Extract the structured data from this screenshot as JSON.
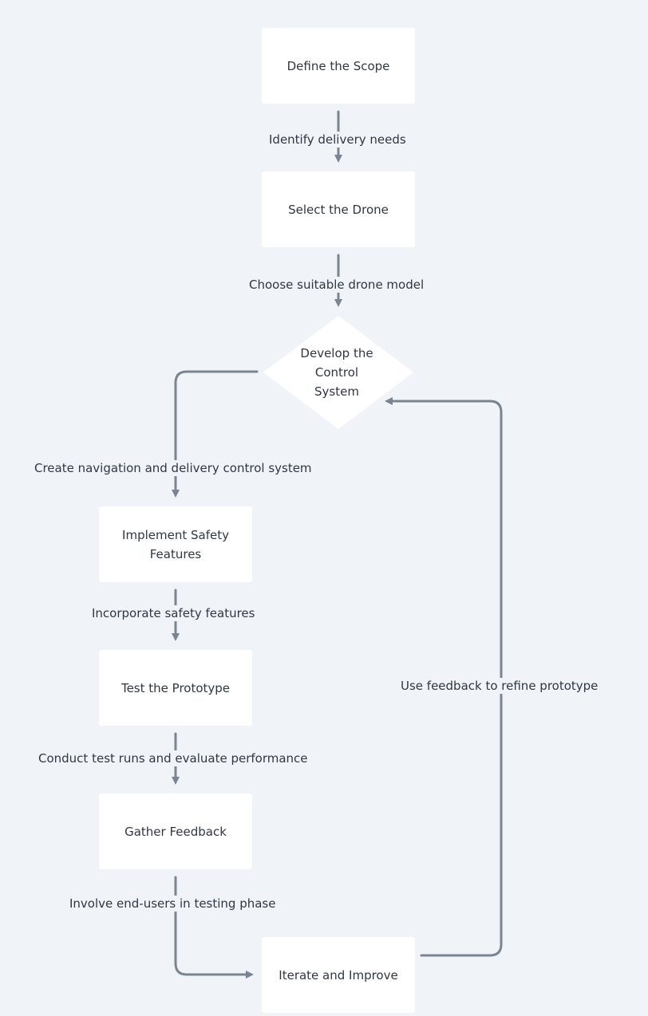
{
  "nodes": {
    "define_scope": "Define the Scope",
    "select_drone": "Select the Drone",
    "develop_control": "Develop the Control System",
    "implement_safety": "Implement Safety Features",
    "test_prototype": "Test the Prototype",
    "gather_feedback": "Gather Feedback",
    "iterate_improve": "Iterate and Improve"
  },
  "edges": {
    "identify_needs": "Identify delivery needs",
    "choose_model": "Choose suitable drone model",
    "create_navigation": "Create navigation and delivery control system",
    "incorporate_safety": "Incorporate safety features",
    "conduct_tests": "Conduct test runs and evaluate performance",
    "involve_users": "Involve end-users in testing phase",
    "use_feedback": "Use feedback to refine prototype"
  },
  "colors": {
    "background": "#f0f3f7",
    "node_fill": "#ffffff",
    "edge": "#7a8591",
    "text": "#2f3742"
  }
}
